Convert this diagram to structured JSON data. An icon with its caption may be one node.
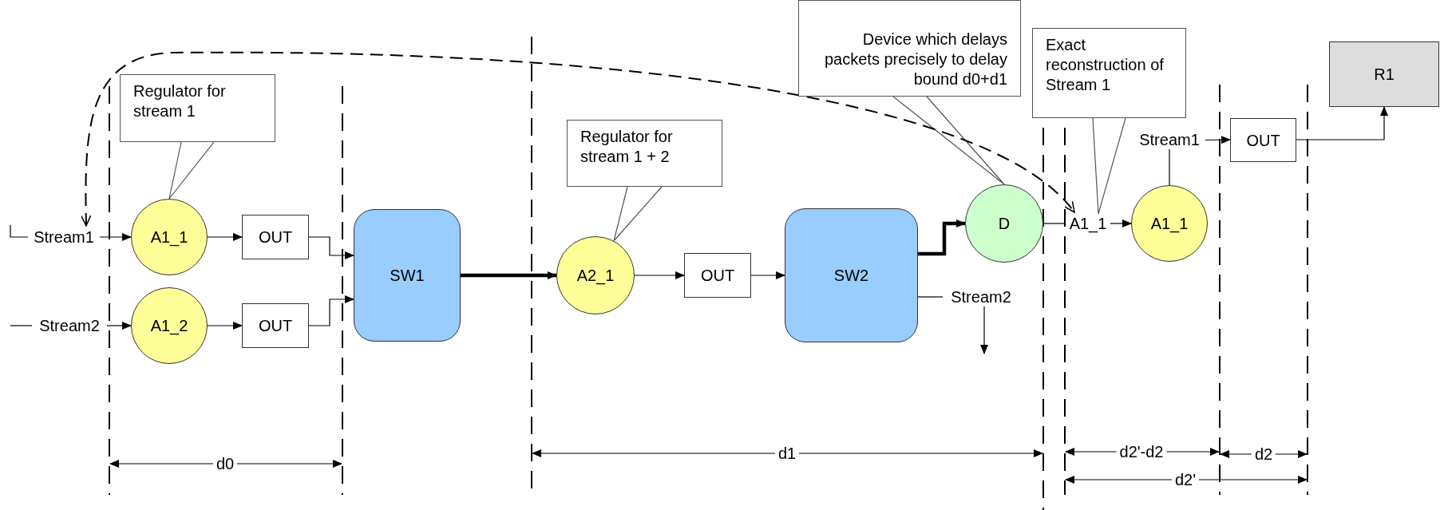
{
  "diagram": {
    "nodes": [
      {
        "text": [
          "Regulator for stream 1"
        ]
      },
      {
        "text": [
          "Stream1"
        ]
      },
      {
        "text": [
          "A1_1"
        ]
      },
      {
        "text": [
          "OUT"
        ]
      },
      {
        "text": [
          "Stream2"
        ]
      },
      {
        "text": [
          "A1_2"
        ]
      },
      {
        "text": [
          "OUT"
        ]
      },
      {
        "text": [
          "SW1"
        ]
      },
      {
        "text": [
          "Regulator for stream 1 + 2"
        ]
      },
      {
        "text": [
          "A2_1"
        ]
      },
      {
        "text": [
          "OUT"
        ]
      },
      {
        "text": [
          "SW2"
        ]
      },
      {
        "text": [
          "Stream2"
        ]
      },
      {
        "text": [
          "Device which delays packets precisely to delay bound d0+d1"
        ]
      },
      {
        "text": [
          "D"
        ]
      },
      {
        "text": [
          "Exact reconstruction of Stream 1"
        ]
      },
      {
        "text": [
          "A1_1"
        ]
      },
      {
        "text": [
          "A1_1"
        ]
      },
      {
        "text": [
          "Stream1"
        ]
      },
      {
        "text": [
          "OUT"
        ]
      },
      {
        "text": [
          "R1"
        ]
      }
    ],
    "edges": [
      {
        "from": 0,
        "to": 2,
        "arrow": "none"
      },
      {
        "from": null,
        "to": 1,
        "arrow": "none"
      },
      {
        "from": 1,
        "to": 2,
        "arrow": "to"
      },
      {
        "from": 2,
        "to": 3,
        "arrow": "to"
      },
      {
        "from": null,
        "to": 4,
        "arrow": "none"
      },
      {
        "from": 4,
        "to": 5,
        "arrow": "to"
      },
      {
        "from": 5,
        "to": 6,
        "arrow": "to"
      },
      {
        "from": 3,
        "to": 7,
        "arrow": "to"
      },
      {
        "from": 6,
        "to": 7,
        "arrow": "to"
      },
      {
        "from": 7,
        "to": 9,
        "arrow": "to",
        "style": "thick"
      },
      {
        "from": 8,
        "to": 9,
        "arrow": "none"
      },
      {
        "from": 9,
        "to": 10,
        "arrow": "to"
      },
      {
        "from": 10,
        "to": 11,
        "arrow": "to"
      },
      {
        "from": 11,
        "to": 14,
        "arrow": "to",
        "style": "thick"
      },
      {
        "from": 11,
        "to": 12,
        "arrow": "none"
      },
      {
        "from": 12,
        "to": null,
        "arrow": "to"
      },
      {
        "from": 13,
        "to": 14,
        "arrow": "none"
      },
      {
        "from": 14,
        "to": 16,
        "arrow": "none"
      },
      {
        "from": 15,
        "to": 16,
        "arrow": "none"
      },
      {
        "from": 16,
        "to": 17,
        "arrow": "to"
      },
      {
        "from": 17,
        "to": 18,
        "arrow": "none"
      },
      {
        "from": 18,
        "to": 19,
        "arrow": "to"
      },
      {
        "from": 19,
        "to": 20,
        "arrow": "to"
      },
      {
        "from": 1,
        "to": 16,
        "arrow": "both",
        "style": "dashed"
      }
    ],
    "labels": [
      "d0",
      "d1",
      "d2'-d2",
      "d2",
      "d2'"
    ]
  }
}
